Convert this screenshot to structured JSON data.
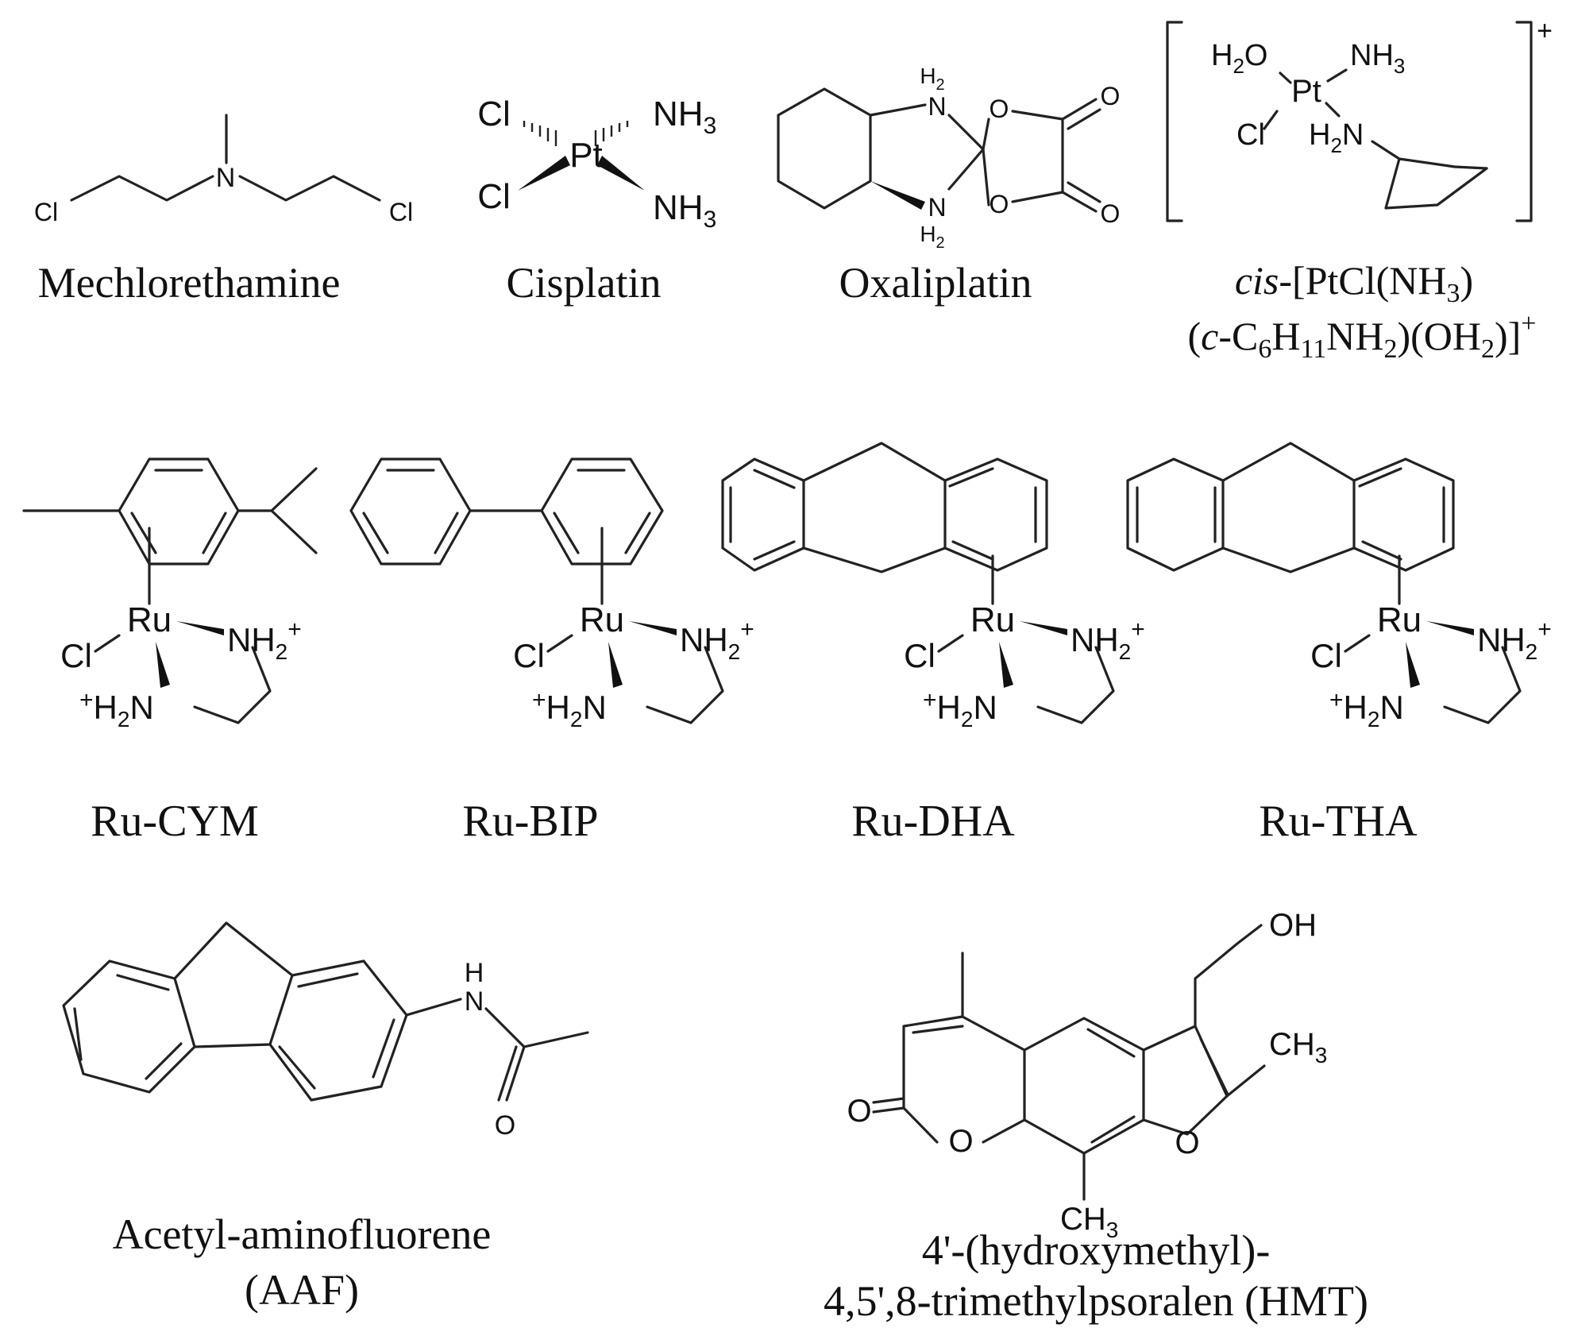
{
  "compounds": {
    "mechlorethamine": {
      "name": "Mechlorethamine",
      "atoms": {
        "cl_left": "Cl",
        "n": "N",
        "cl_right": "Cl"
      }
    },
    "cisplatin": {
      "name": "Cisplatin",
      "atoms": {
        "cl1": "Cl",
        "cl2": "Cl",
        "pt": "Pt",
        "nh3": "NH",
        "sub3": "3"
      }
    },
    "oxaliplatin": {
      "name": "Oxaliplatin",
      "atoms": {
        "h": "H",
        "n": "N",
        "sub2": "2",
        "o": "O"
      }
    },
    "pt_complex": {
      "name_italic": "cis",
      "name_line1": "-[PtCl(NH",
      "name_line1_sub": "3",
      "name_line1_end": ")",
      "name_line2_open": "(",
      "name_line2_c": "c",
      "name_line2_mid": "-C",
      "sub6": "6",
      "h": "H",
      "sub11": "11",
      "nh": "NH",
      "sub2": "2",
      "oh_open": ")(OH",
      "close": ")]",
      "plus": "+",
      "atoms": {
        "h2o": "H",
        "o": "O",
        "pt": "Pt",
        "cl": "Cl",
        "nh3": "NH",
        "h2n": "H",
        "n": "N"
      }
    },
    "ru_cym": {
      "name": "Ru-CYM"
    },
    "ru_bip": {
      "name": "Ru-BIP"
    },
    "ru_dha": {
      "name": "Ru-DHA"
    },
    "ru_tha": {
      "name": "Ru-THA"
    },
    "ru_atoms": {
      "ru": "Ru",
      "cl": "Cl",
      "nh2": "NH",
      "h2n": "H",
      "n": "N",
      "sub2": "2",
      "plus": "+"
    },
    "aaf": {
      "name_line1": "Acetyl-aminofluorene",
      "name_line2": "(AAF)",
      "atoms": {
        "h": "H",
        "n": "N",
        "o": "O"
      }
    },
    "hmt": {
      "name_line1": "4'-(hydroxymethyl)-",
      "name_line2": "4,5',8-trimethylpsoralen (HMT)",
      "atoms": {
        "oh": "OH",
        "ch": "CH",
        "sub3": "3",
        "o": "O"
      }
    }
  }
}
